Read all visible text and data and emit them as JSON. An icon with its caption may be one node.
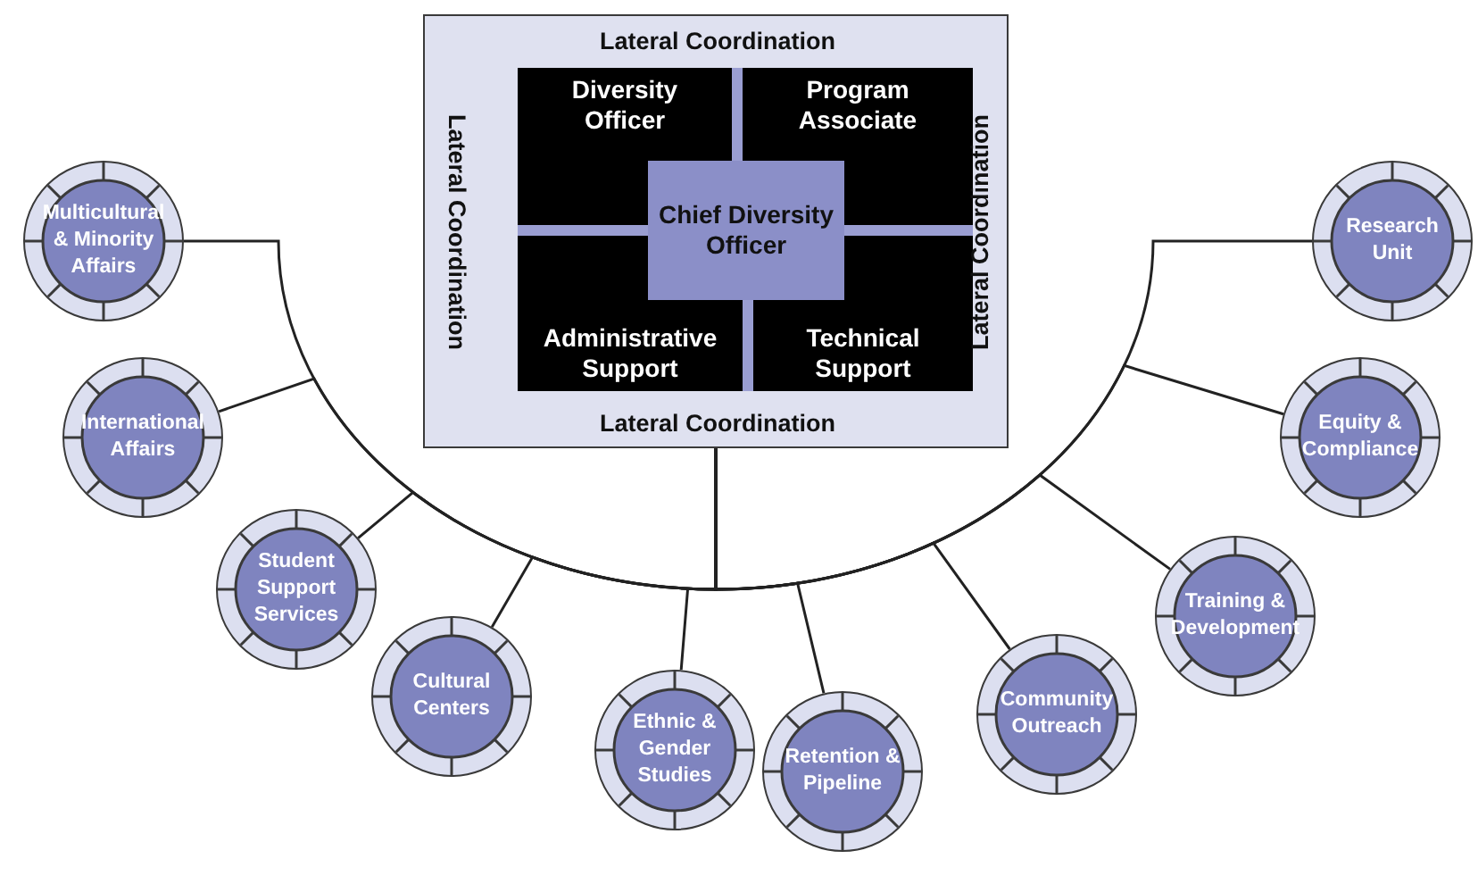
{
  "diagram": {
    "nodes": [
      {
        "text": [
          "Lateral Coordination",
          "Lateral Coordination",
          "Lateral Coordination",
          "Lateral Coordination"
        ]
      },
      {
        "text": [
          "Diversity Officer"
        ],
        "in": 0
      },
      {
        "text": [
          "Program Associate"
        ],
        "in": 0
      },
      {
        "text": [
          "Chief Diversity Officer"
        ],
        "in": 0
      },
      {
        "text": [
          "Administrative Support"
        ],
        "in": 0
      },
      {
        "text": [
          "Technical Support"
        ],
        "in": 0
      },
      {
        "text": [
          "Multicultural & Minority Affairs"
        ]
      },
      {
        "text": [
          "International Affairs"
        ]
      },
      {
        "text": [
          "Student Support Services"
        ]
      },
      {
        "text": [
          "Cultural Centers"
        ]
      },
      {
        "text": [
          "Ethnic & Gender Studies"
        ]
      },
      {
        "text": [
          "Retention & Pipeline"
        ]
      },
      {
        "text": [
          "Community Outreach"
        ]
      },
      {
        "text": [
          "Training & Development"
        ]
      },
      {
        "text": [
          "Equity & Compliance"
        ]
      },
      {
        "text": [
          "Research Unit"
        ]
      }
    ],
    "edges": [
      {
        "from": 0,
        "to": 6,
        "arrow": "none"
      },
      {
        "from": 0,
        "to": 7,
        "arrow": "none"
      },
      {
        "from": 0,
        "to": 8,
        "arrow": "none"
      },
      {
        "from": 0,
        "to": 9,
        "arrow": "none"
      },
      {
        "from": 0,
        "to": 10,
        "arrow": "none"
      },
      {
        "from": 0,
        "to": 11,
        "arrow": "none"
      },
      {
        "from": 0,
        "to": 12,
        "arrow": "none"
      },
      {
        "from": 0,
        "to": 13,
        "arrow": "none"
      },
      {
        "from": 0,
        "to": 14,
        "arrow": "none"
      },
      {
        "from": 0,
        "to": 15,
        "arrow": "none"
      }
    ]
  }
}
